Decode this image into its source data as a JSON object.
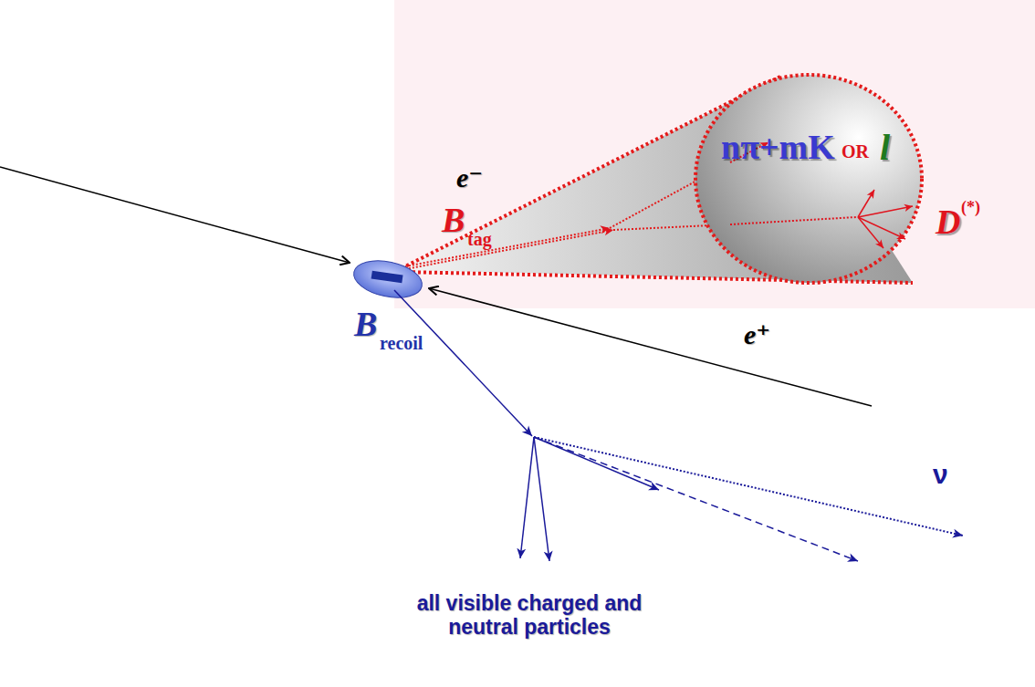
{
  "diagram": {
    "nodes": [
      {
        "text": [
          "nπ+mK",
          "OR",
          "l",
          "D",
          "(*)"
        ]
      }
    ],
    "labels": [
      "e⁻",
      "B",
      "tag",
      "e⁺",
      "B",
      "recoil",
      "ν",
      "all visible charged and neutral particles"
    ]
  }
}
